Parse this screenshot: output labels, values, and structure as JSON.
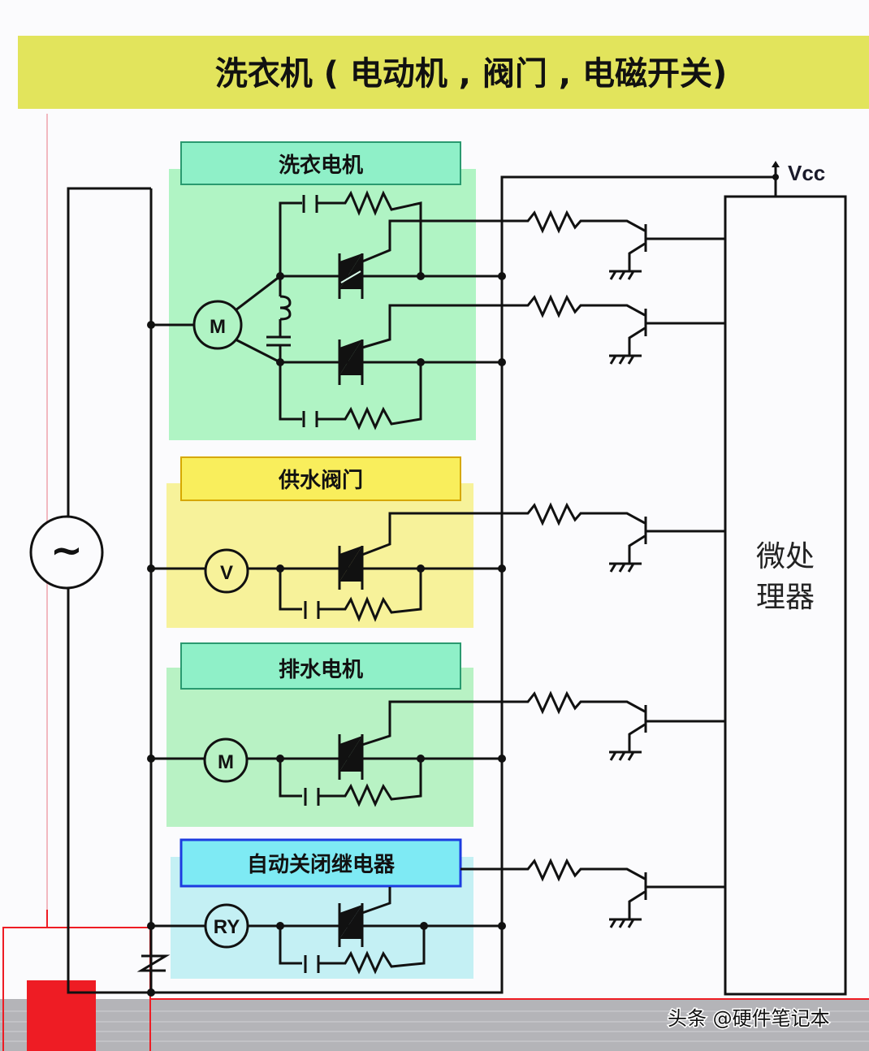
{
  "title": "洗衣机 ( 电动机 , 阀门 , 电磁开关)",
  "power_label": "Vcc",
  "ac_source_symbol": "~",
  "microprocessor": {
    "line1": "微处",
    "line2": "理器"
  },
  "sections": [
    {
      "label": "洗衣电机",
      "load_symbol": "M",
      "color": "#a8f2c8",
      "header_color": "#8ff0c8"
    },
    {
      "label": "供水阀门",
      "load_symbol": "V",
      "color": "#f7f29a",
      "header_color": "#f9ee5c"
    },
    {
      "label": "排水电机",
      "load_symbol": "M",
      "color": "#b8f2c4",
      "header_color": "#8ff0c8"
    },
    {
      "label": "自动关闭继电器",
      "load_symbol": "RY",
      "color": "#c4f0f4",
      "header_color": "#7eeaf4"
    }
  ],
  "watermark": "头条 @硬件笔记本",
  "colors": {
    "title_bar": "#e2e45c",
    "accent_red": "#ee1c24",
    "relay_header_border": "#1c3ce0"
  }
}
